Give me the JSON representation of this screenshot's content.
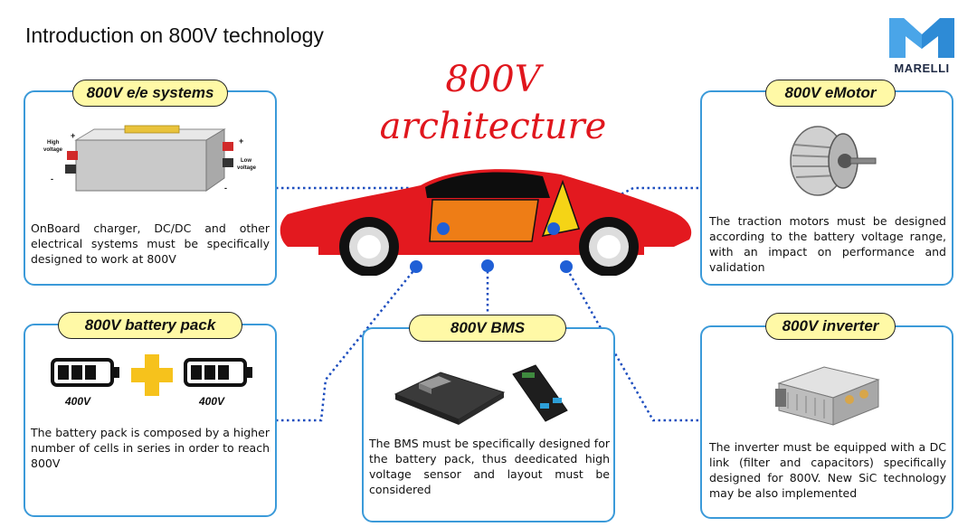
{
  "title": "Introduction on 800V technology",
  "logo": {
    "text": "MARELLI",
    "color": "#2e8bd6"
  },
  "architecture": {
    "line1": "800V",
    "line2": "architecture",
    "color": "#e0161d"
  },
  "colors": {
    "box_border": "#3b9ad9",
    "pill_fill": "#fff9a6",
    "connector": "#1f4fbf"
  },
  "boxes": {
    "ee": {
      "title": "800V e/e systems",
      "description": "OnBoard charger, DC/DC and other electrical systems must be specifically designed to work at 800V",
      "labels": {
        "high_voltage_1": "High",
        "high_voltage_2": "voltage",
        "low_voltage_1": "Low",
        "low_voltage_2": "voltage",
        "plus": "+",
        "minus": "-"
      }
    },
    "battery": {
      "title": "800V battery pack",
      "description": "The battery pack is composed by a higher number of cells in series in order to reach 800V",
      "left_label": "400V",
      "right_label": "400V"
    },
    "bms": {
      "title": "800V BMS",
      "description": "The BMS must be specifically designed for the battery pack, thus deedicated high voltage sensor and layout must be considered"
    },
    "emotor": {
      "title": "800V eMotor",
      "description": "The traction motors must be designed according to the battery voltage range, with an  impact on performance and validation"
    },
    "inverter": {
      "title": "800V inverter",
      "description": "The inverter must be equipped with a DC link (filter and capacitors) specifically designed for 800V. New SiC technology may be also implemented"
    }
  }
}
